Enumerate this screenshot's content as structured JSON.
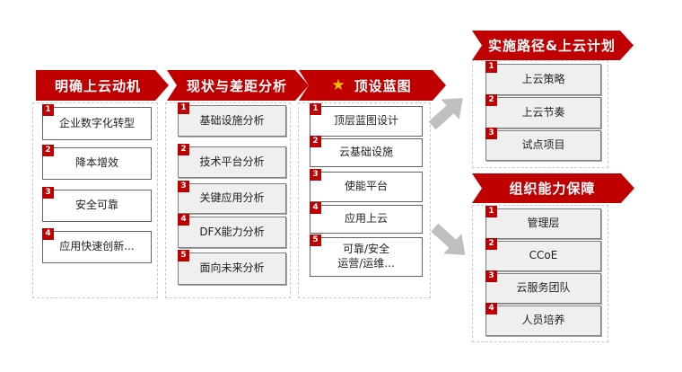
{
  "colors": {
    "accent_red": "#C00000",
    "star_gold": "#FFC000",
    "arrow_gray": "#BFBFBF",
    "gray_box_fill": "#EFEFEF",
    "white_box_fill": "#FFFFFF"
  },
  "icons": {
    "star": "★"
  },
  "columns": [
    {
      "title": "明确上云动机",
      "items": [
        {
          "num": "1",
          "label": "企业数字化转型"
        },
        {
          "num": "2",
          "label": "降本增效"
        },
        {
          "num": "3",
          "label": "安全可靠"
        },
        {
          "num": "4",
          "label": "应用快速创新..."
        }
      ]
    },
    {
      "title": "现状与差距分析",
      "items": [
        {
          "num": "1",
          "label": "基础设施分析"
        },
        {
          "num": "2",
          "label": "技术平台分析"
        },
        {
          "num": "3",
          "label": "关键应用分析"
        },
        {
          "num": "4",
          "label": "DFX能力分析"
        },
        {
          "num": "5",
          "label": "面向未来分析"
        }
      ]
    },
    {
      "title": "顶设蓝图",
      "items": [
        {
          "num": "1",
          "label": "顶层蓝图设计"
        },
        {
          "num": "2",
          "label": "云基础设施"
        },
        {
          "num": "3",
          "label": "使能平台"
        },
        {
          "num": "4",
          "label": "应用上云"
        },
        {
          "num": "5",
          "label": "可靠/安全\n运营/运维..."
        }
      ]
    }
  ],
  "right_sections": [
    {
      "title": "实施路径&上云计划",
      "items": [
        {
          "num": "1",
          "label": "上云策略"
        },
        {
          "num": "2",
          "label": "上云节奏"
        },
        {
          "num": "3",
          "label": "试点项目"
        }
      ]
    },
    {
      "title": "组织能力保障",
      "items": [
        {
          "num": "1",
          "label": "管理层"
        },
        {
          "num": "2",
          "label": "CCoE"
        },
        {
          "num": "3",
          "label": "云服务团队"
        },
        {
          "num": "4",
          "label": "人员培养"
        }
      ]
    }
  ]
}
